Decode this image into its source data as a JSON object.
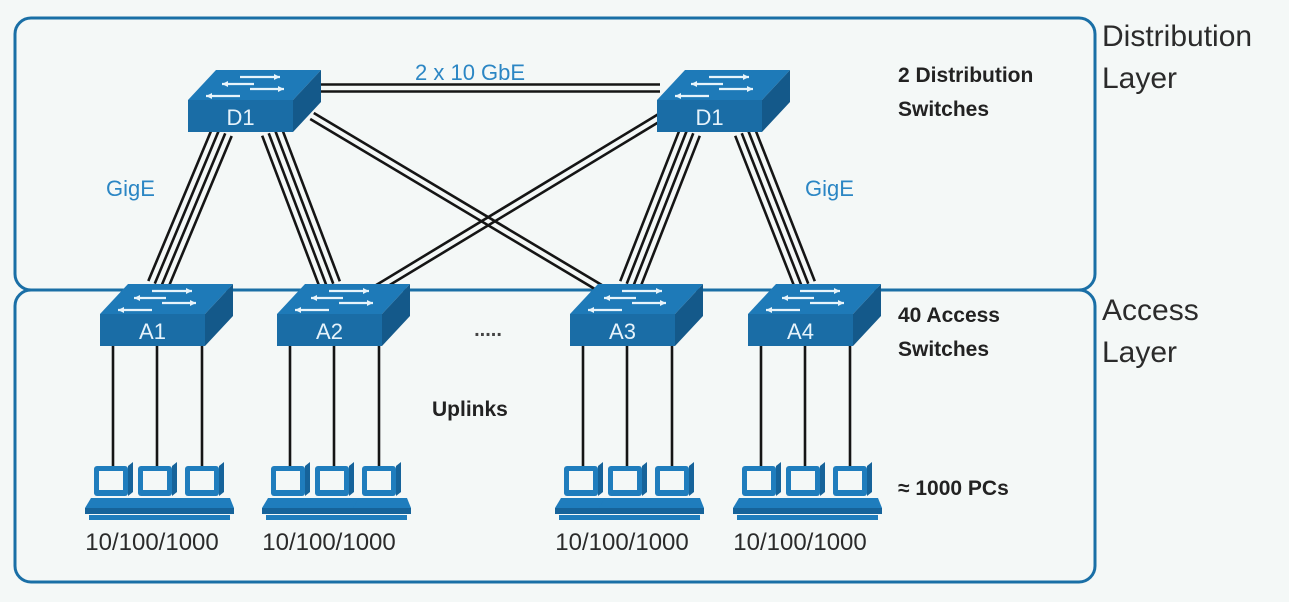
{
  "layers": {
    "distribution": {
      "label_line1": "Distribution",
      "label_line2": "Layer"
    },
    "access": {
      "label_line1": "Access",
      "label_line2": "Layer"
    }
  },
  "annotations": {
    "distribution_count_line1": "2 Distribution",
    "distribution_count_line2": "Switches",
    "access_count_line1": "40 Access",
    "access_count_line2": "Switches",
    "pc_count": "≈ 1000 PCs",
    "uplinks": "Uplinks",
    "ellipsis": ".....",
    "core_link": "2 x 10 GbE",
    "gige_left": "GigE",
    "gige_right": "GigE"
  },
  "distribution_switches": [
    {
      "id": "d1-left",
      "label": "D1",
      "icon": "switch-icon"
    },
    {
      "id": "d1-right",
      "label": "D1",
      "icon": "switch-icon"
    }
  ],
  "access_switches": [
    {
      "id": "a1",
      "label": "A1",
      "icon": "switch-icon",
      "speed": "10/100/1000",
      "pcs": 3
    },
    {
      "id": "a2",
      "label": "A2",
      "icon": "switch-icon",
      "speed": "10/100/1000",
      "pcs": 3
    },
    {
      "id": "a3",
      "label": "A3",
      "icon": "switch-icon",
      "speed": "10/100/1000",
      "pcs": 3
    },
    {
      "id": "a4",
      "label": "A4",
      "icon": "switch-icon",
      "speed": "10/100/1000",
      "pcs": 3
    }
  ],
  "colors": {
    "accent": "#1a6fa6",
    "switch": "#1e7ab8",
    "link": "#151515",
    "label_blue": "#2b86c4"
  }
}
